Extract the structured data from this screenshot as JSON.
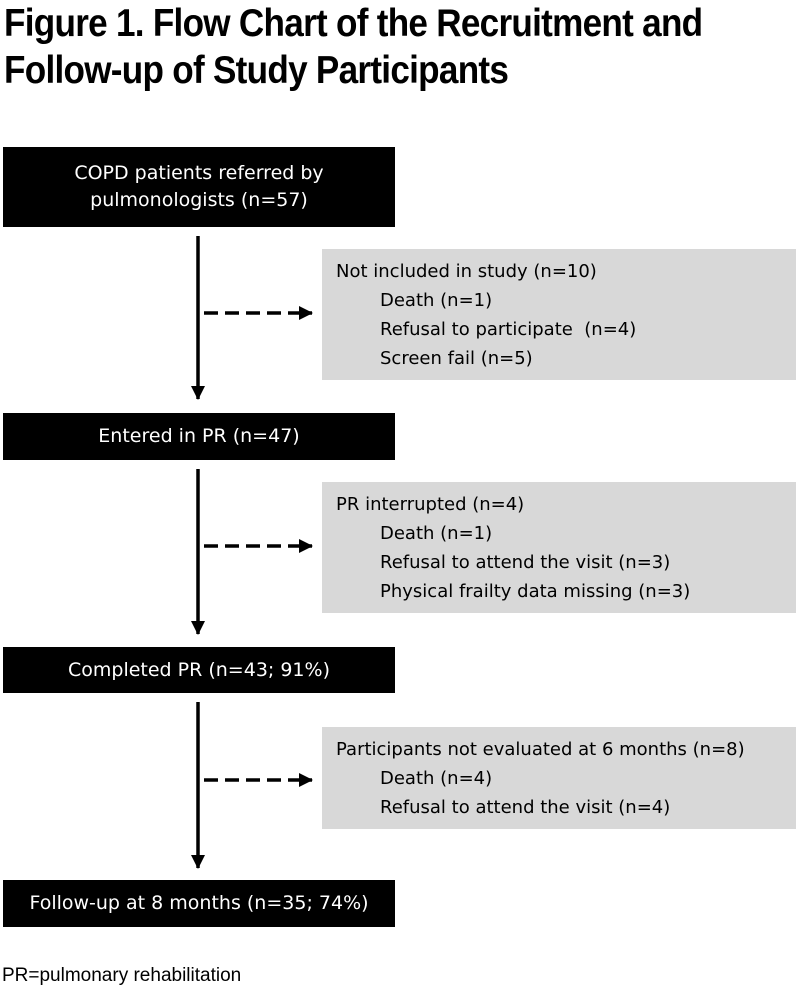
{
  "figure": {
    "title_line1": "Figure 1. Flow Chart of the Recruitment and",
    "title_line2": "Follow-up of Study Participants"
  },
  "flow": {
    "referred": {
      "line1": "COPD patients referred by",
      "line2": "pulmonologists (n=57)"
    },
    "not_included": {
      "heading": "Not included in study (n=10)",
      "items": [
        "Death (n=1)",
        "Refusal to participate  (n=4)",
        "Screen fail (n=5)"
      ]
    },
    "entered": {
      "label": "Entered in PR (n=47)"
    },
    "interrupted": {
      "heading": "PR interrupted (n=4)",
      "items": [
        "Death (n=1)",
        "Refusal to attend the visit (n=3)",
        "Physical frailty data missing (n=3)"
      ]
    },
    "completed": {
      "label": "Completed PR (n=43; 91%)"
    },
    "not_evaluated": {
      "heading": "Participants not evaluated at 6 months (n=8)",
      "items": [
        "Death (n=4)",
        "Refusal to attend the visit (n=4)"
      ]
    },
    "followup": {
      "label": "Follow-up at 8 months (n=35; 74%)"
    }
  },
  "footnote": "PR=pulmonary rehabilitation"
}
